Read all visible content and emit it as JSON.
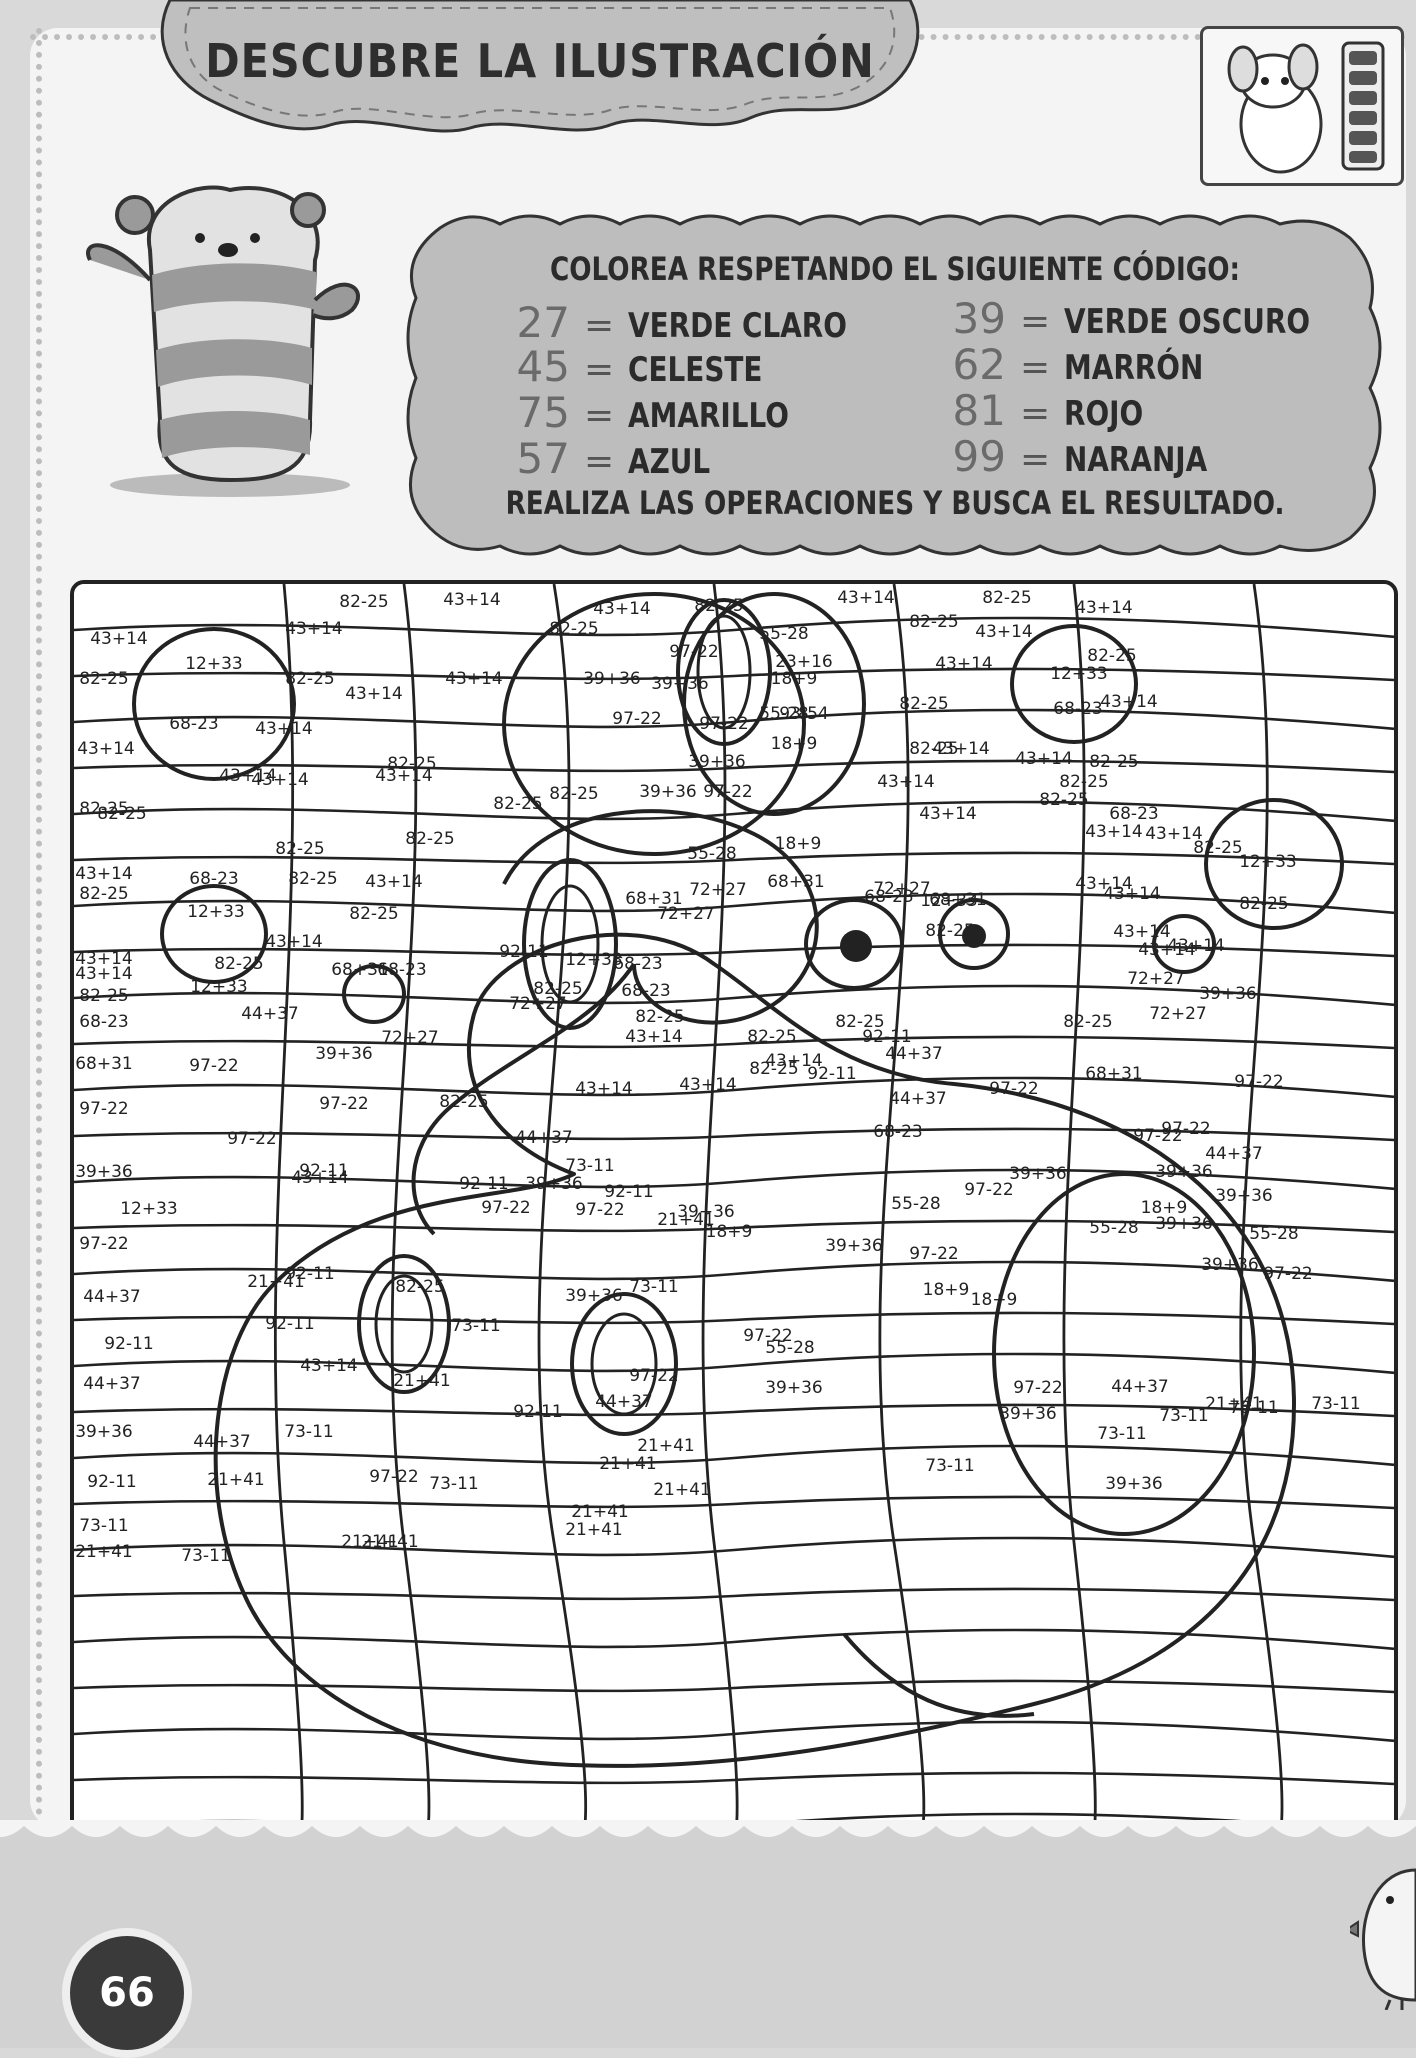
{
  "title": "DESCUBRE LA ILUSTRACIÓN",
  "code_box": {
    "heading": "COLOREA RESPETANDO EL SIGUIENTE CÓDIGO:",
    "left": [
      {
        "num": "27",
        "eq": "=",
        "color": "VERDE CLARO"
      },
      {
        "num": "45",
        "eq": "=",
        "color": "CELESTE"
      },
      {
        "num": "75",
        "eq": "=",
        "color": "AMARILLO"
      },
      {
        "num": "57",
        "eq": "=",
        "color": "AZUL"
      }
    ],
    "right": [
      {
        "num": "39",
        "eq": "=",
        "color": "VERDE OSCURO"
      },
      {
        "num": "62",
        "eq": "=",
        "color": "MARRÓN"
      },
      {
        "num": "81",
        "eq": "=",
        "color": "ROJO"
      },
      {
        "num": "99",
        "eq": "=",
        "color": "NARANJA"
      }
    ],
    "footer": "REALIZA LAS OPERACIONES Y BUSCA EL RESULTADO."
  },
  "puzzle_labels": [
    "43+14",
    "82-25",
    "43+14",
    "43+14",
    "82-25",
    "43+14",
    "82-25",
    "43+14",
    "43+14",
    "82-25",
    "55-28",
    "82-25",
    "43+14",
    "82-25",
    "12+33",
    "82-25",
    "97-22",
    "23+16",
    "43+14",
    "12+33",
    "82-25",
    "68-23",
    "43+14",
    "43+14",
    "39+36",
    "39+36",
    "18+9",
    "82-25",
    "68-23",
    "43+14",
    "43+14",
    "43+14",
    "82-25",
    "97-22",
    "97-22",
    "55-28",
    "93-54",
    "82-25",
    "43+14",
    "82-25",
    "82-25",
    "43+14",
    "43+14",
    "39+36",
    "18+9",
    "43+14",
    "82-25",
    "82-25",
    "43+14",
    "82-25",
    "39+36",
    "97-22",
    "43+14",
    "82-25",
    "68-23",
    "43+14",
    "82-25",
    "82-25",
    "82-25",
    "55-28",
    "18+9",
    "43+14",
    "43+14",
    "43+14",
    "82-25",
    "68-23",
    "82-25",
    "43+14",
    "72+27",
    "68+31",
    "72+27",
    "68+31",
    "82-25",
    "12+33",
    "43+14",
    "12+33",
    "43+14",
    "82-25",
    "68+31",
    "72+27",
    "68-23",
    "12+33",
    "43+14",
    "43+14",
    "82-25",
    "82-25",
    "68-23",
    "92-11",
    "68-23",
    "12+33",
    "82-25",
    "82-25",
    "43+14",
    "43+14",
    "12+33",
    "68+31",
    "68-23",
    "82-25",
    "43+14",
    "43+14",
    "43+14",
    "72+27",
    "68-23",
    "44+37",
    "72+27",
    "72+27",
    "82-25",
    "82-25",
    "82-25",
    "92-11",
    "82-25",
    "68+31",
    "97-22",
    "39+36",
    "43+14",
    "43+14",
    "44+37",
    "43+14",
    "72+27",
    "39+36",
    "97-22",
    "97-22",
    "82-25",
    "82-25",
    "92-11",
    "97-22",
    "97-22",
    "68+31",
    "97-22",
    "39+36",
    "97-22",
    "43+14",
    "73-11",
    "97-22",
    "39+36",
    "68-23",
    "44+37",
    "39+36",
    "12+33",
    "92-11",
    "97-22",
    "39+36",
    "92-11",
    "44+37",
    "92-11",
    "21+41",
    "39+36",
    "97-22",
    "39+36",
    "97-22",
    "39+36",
    "97-22",
    "92-11",
    "82-25",
    "73-11",
    "18+9",
    "55-28",
    "97-22",
    "39+36",
    "44+37",
    "44+37",
    "21+41",
    "39+36",
    "97-22",
    "18+9",
    "55-28",
    "18+9",
    "92-11",
    "92-11",
    "73-11",
    "97-22",
    "55-28",
    "18+9",
    "55-28",
    "44+37",
    "43+14",
    "21+41",
    "44+37",
    "39+36",
    "39+36",
    "97-22",
    "39+36",
    "73-11",
    "92-11",
    "21+41",
    "97-22",
    "39+36",
    "92-11",
    "44+37",
    "97-22",
    "21+41",
    "73-11",
    "44+37",
    "73-11",
    "39+36",
    "73-11",
    "73-11",
    "21+41",
    "73-11",
    "21+41",
    "21+41",
    "21+41",
    "73-11",
    "21+41",
    "21+41",
    "73-11",
    "21+41",
    "73-11",
    "21+41"
  ],
  "page_number": "66"
}
